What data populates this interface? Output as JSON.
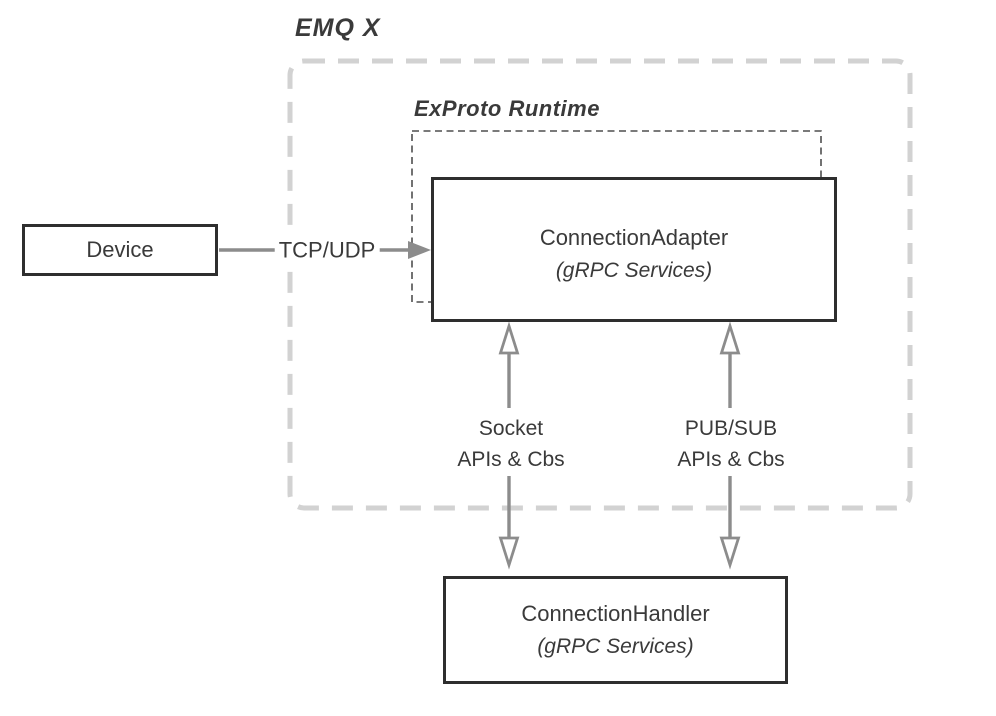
{
  "labels": {
    "system_title": "EMQ X",
    "runtime_title": "ExProto Runtime"
  },
  "nodes": {
    "device": {
      "label": "Device"
    },
    "connection_adapter": {
      "title": "ConnectionAdapter",
      "subtitle": "(gRPC Services)"
    },
    "connection_handler": {
      "title": "ConnectionHandler",
      "subtitle": "(gRPC Services)"
    }
  },
  "edges": {
    "tcp_udp": {
      "label": "TCP/UDP",
      "from": "device",
      "to": "connection_adapter",
      "bidirectional": false
    },
    "socket": {
      "label_line1": "Socket",
      "label_line2": "APIs & Cbs",
      "from": "connection_adapter",
      "to": "connection_handler",
      "bidirectional": true
    },
    "pubsub": {
      "label_line1": "PUB/SUB",
      "label_line2": "APIs & Cbs",
      "from": "connection_adapter",
      "to": "connection_handler",
      "bidirectional": true
    }
  },
  "colors": {
    "background": "#ffffff",
    "box_border": "#2e2e2e",
    "text": "#3a3a3a",
    "outer_dashed": "#d2d2d2",
    "inner_dashed": "#4f4f4f",
    "arrow": "#8c8c8c"
  }
}
